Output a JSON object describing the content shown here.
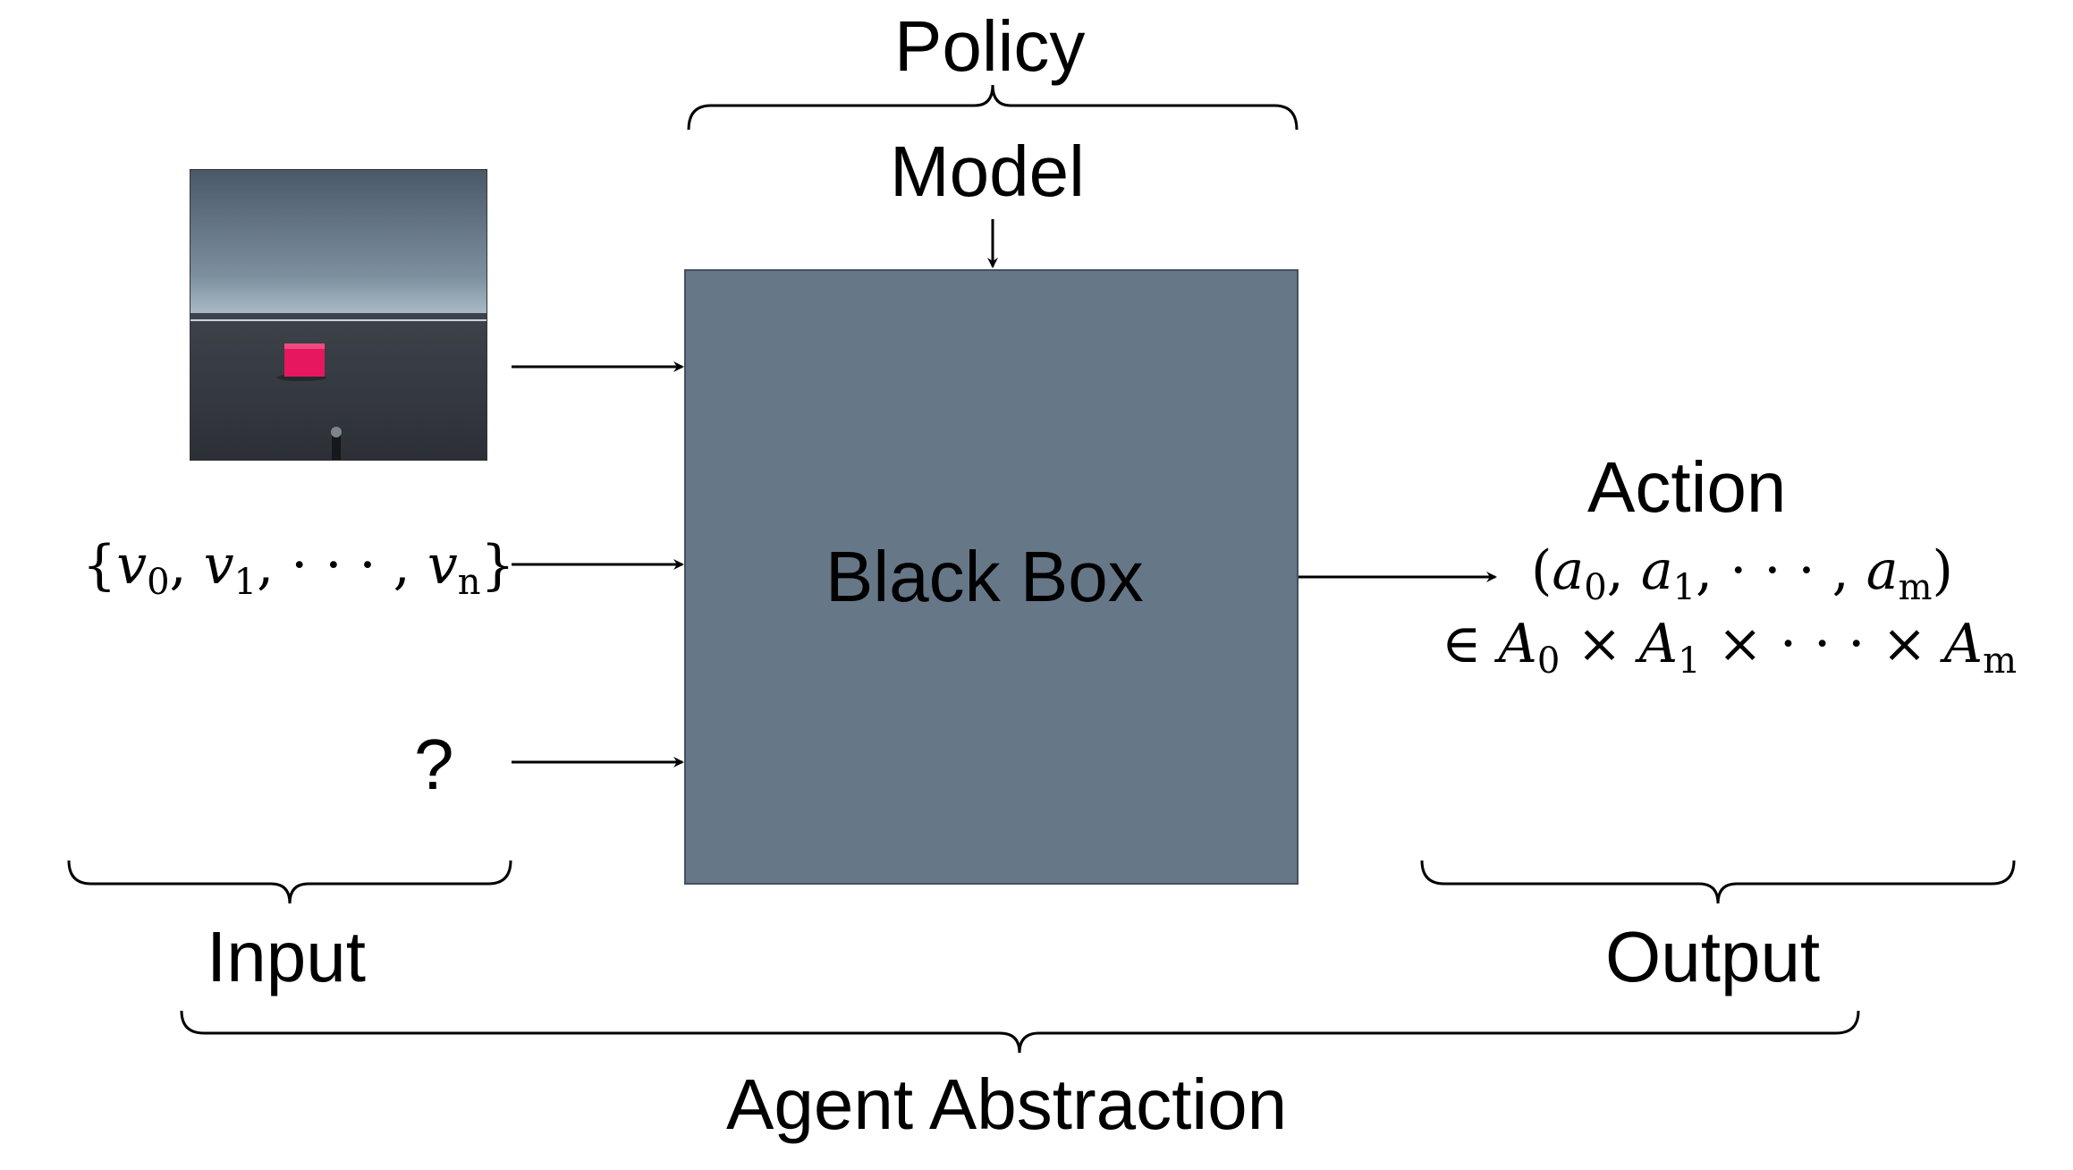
{
  "labels": {
    "policy": "Policy",
    "model": "Model",
    "black_box": "Black Box",
    "action": "Action",
    "input": "Input",
    "output": "Output",
    "agent_abstraction": "Agent Abstraction",
    "unknown_input": "?"
  },
  "math": {
    "vector_input": {
      "open": "{",
      "items": [
        "v",
        "v",
        "v"
      ],
      "subs": [
        "0",
        "1",
        "n"
      ],
      "ellipsis": "· · ·",
      "close": "}"
    },
    "action_tuple": {
      "open": "(",
      "items": [
        "a",
        "a",
        "a"
      ],
      "subs": [
        "0",
        "1",
        "m"
      ],
      "ellipsis": "· · ·",
      "close": ")"
    },
    "action_space": {
      "in": "∈",
      "items": [
        "A",
        "A",
        "A"
      ],
      "subs": [
        "0",
        "1",
        "m"
      ],
      "times": "×",
      "ellipsis": "· · ·"
    }
  },
  "colors": {
    "black_box_fill": "#667788",
    "black_box_border": "#435061",
    "cube": "#e6175f"
  }
}
